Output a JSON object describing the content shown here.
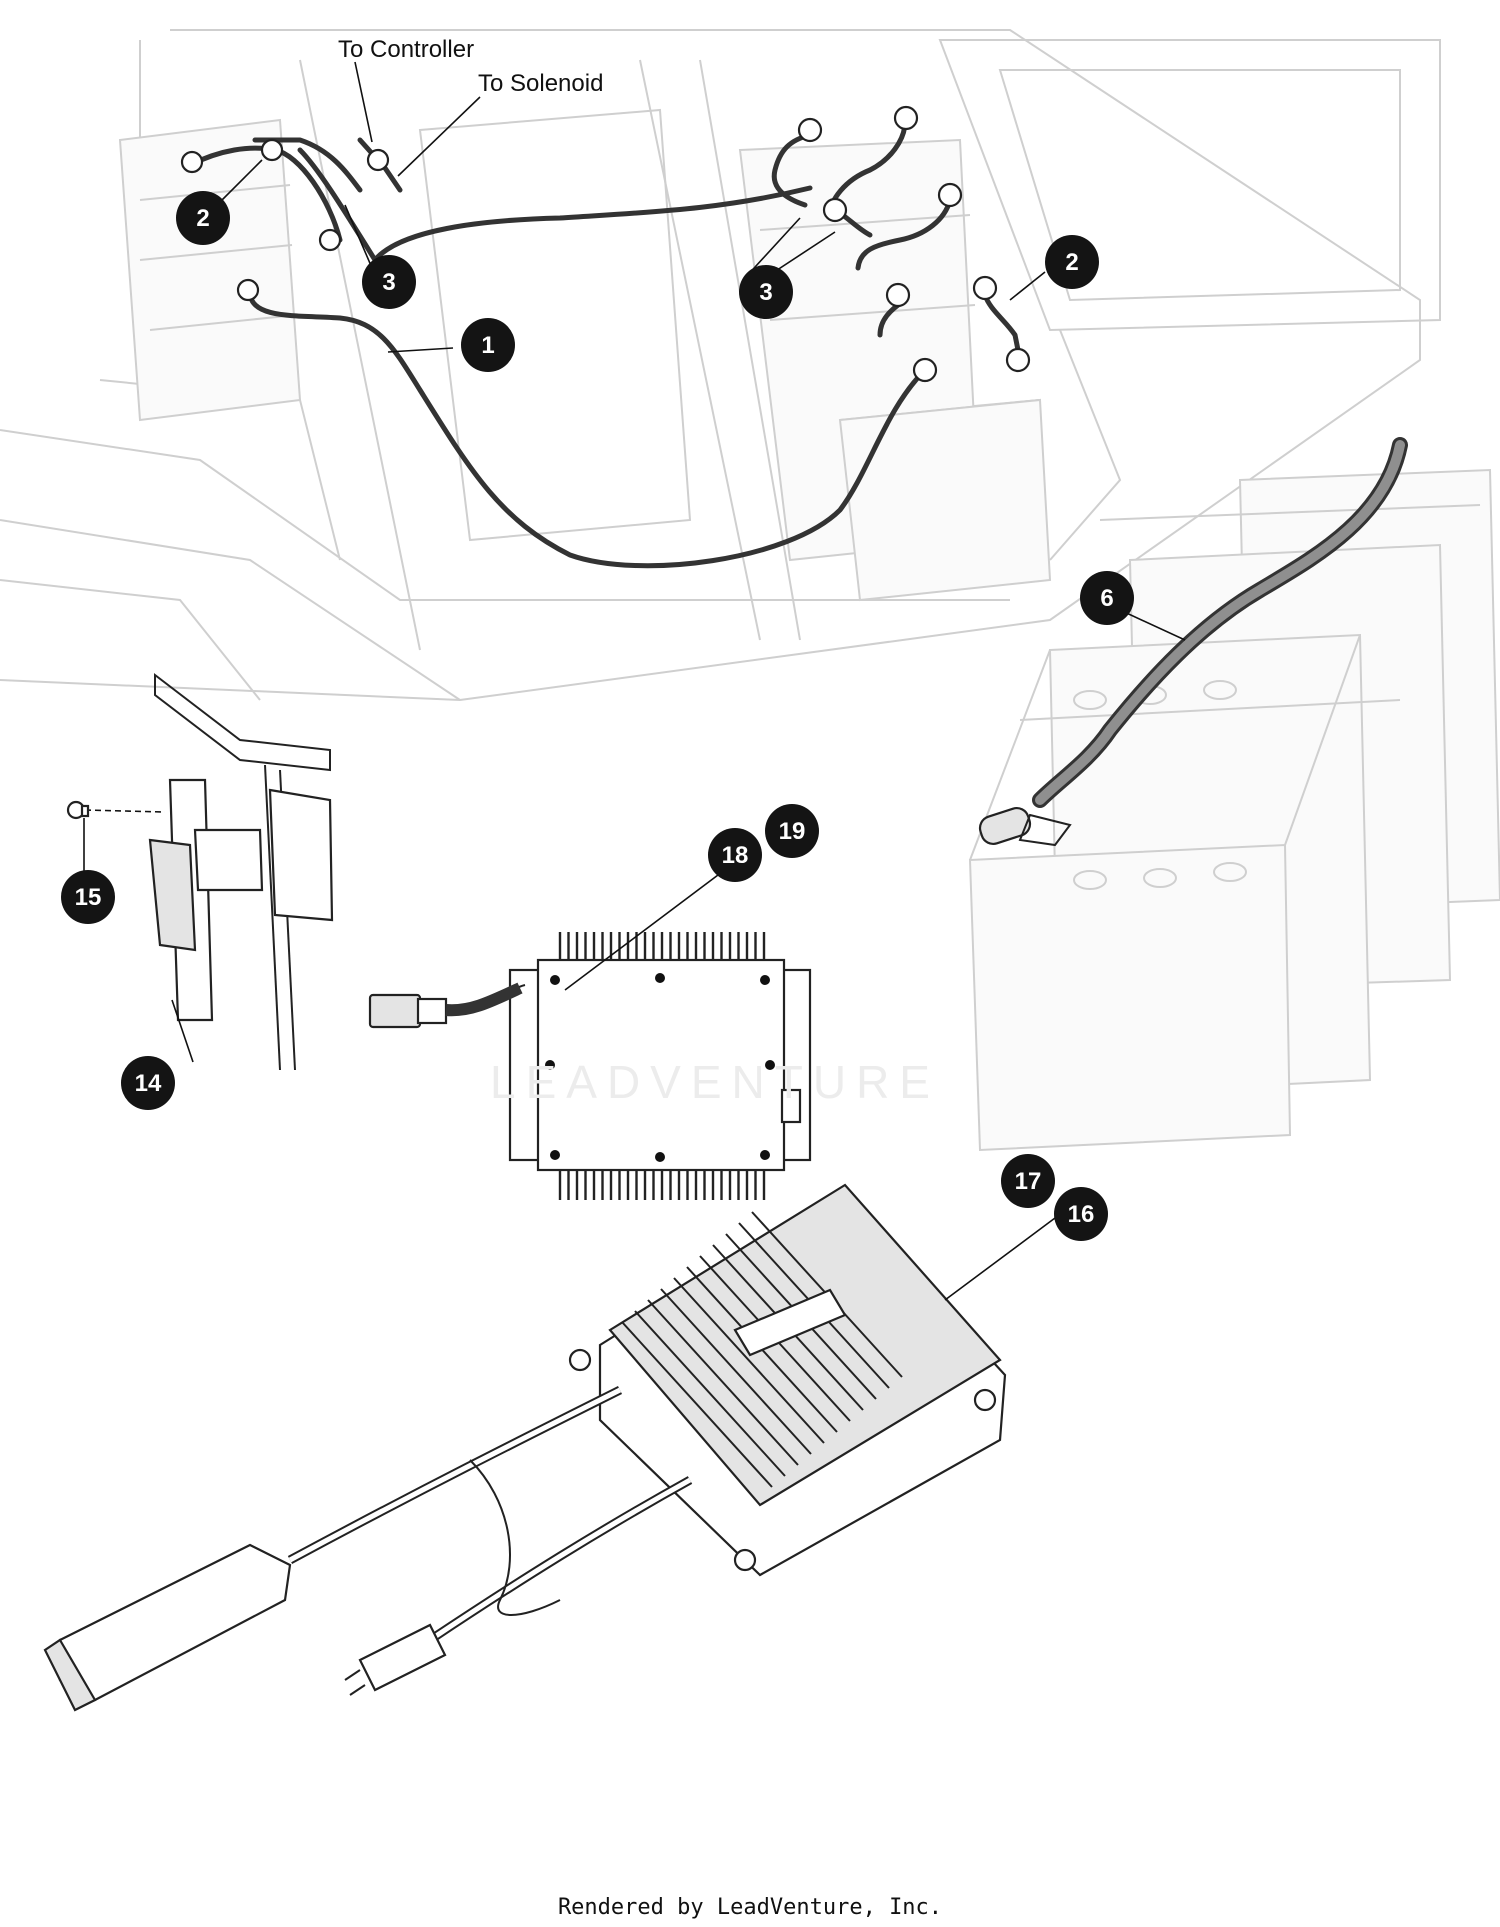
{
  "labels": {
    "to_controller": "To Controller",
    "to_solenoid": "To Solenoid"
  },
  "callouts": [
    "1",
    "2",
    "2",
    "3",
    "3",
    "6",
    "14",
    "15",
    "16",
    "17",
    "18",
    "19"
  ],
  "watermark": "LEADVENTURE",
  "footer": "Rendered by LeadVenture, Inc."
}
